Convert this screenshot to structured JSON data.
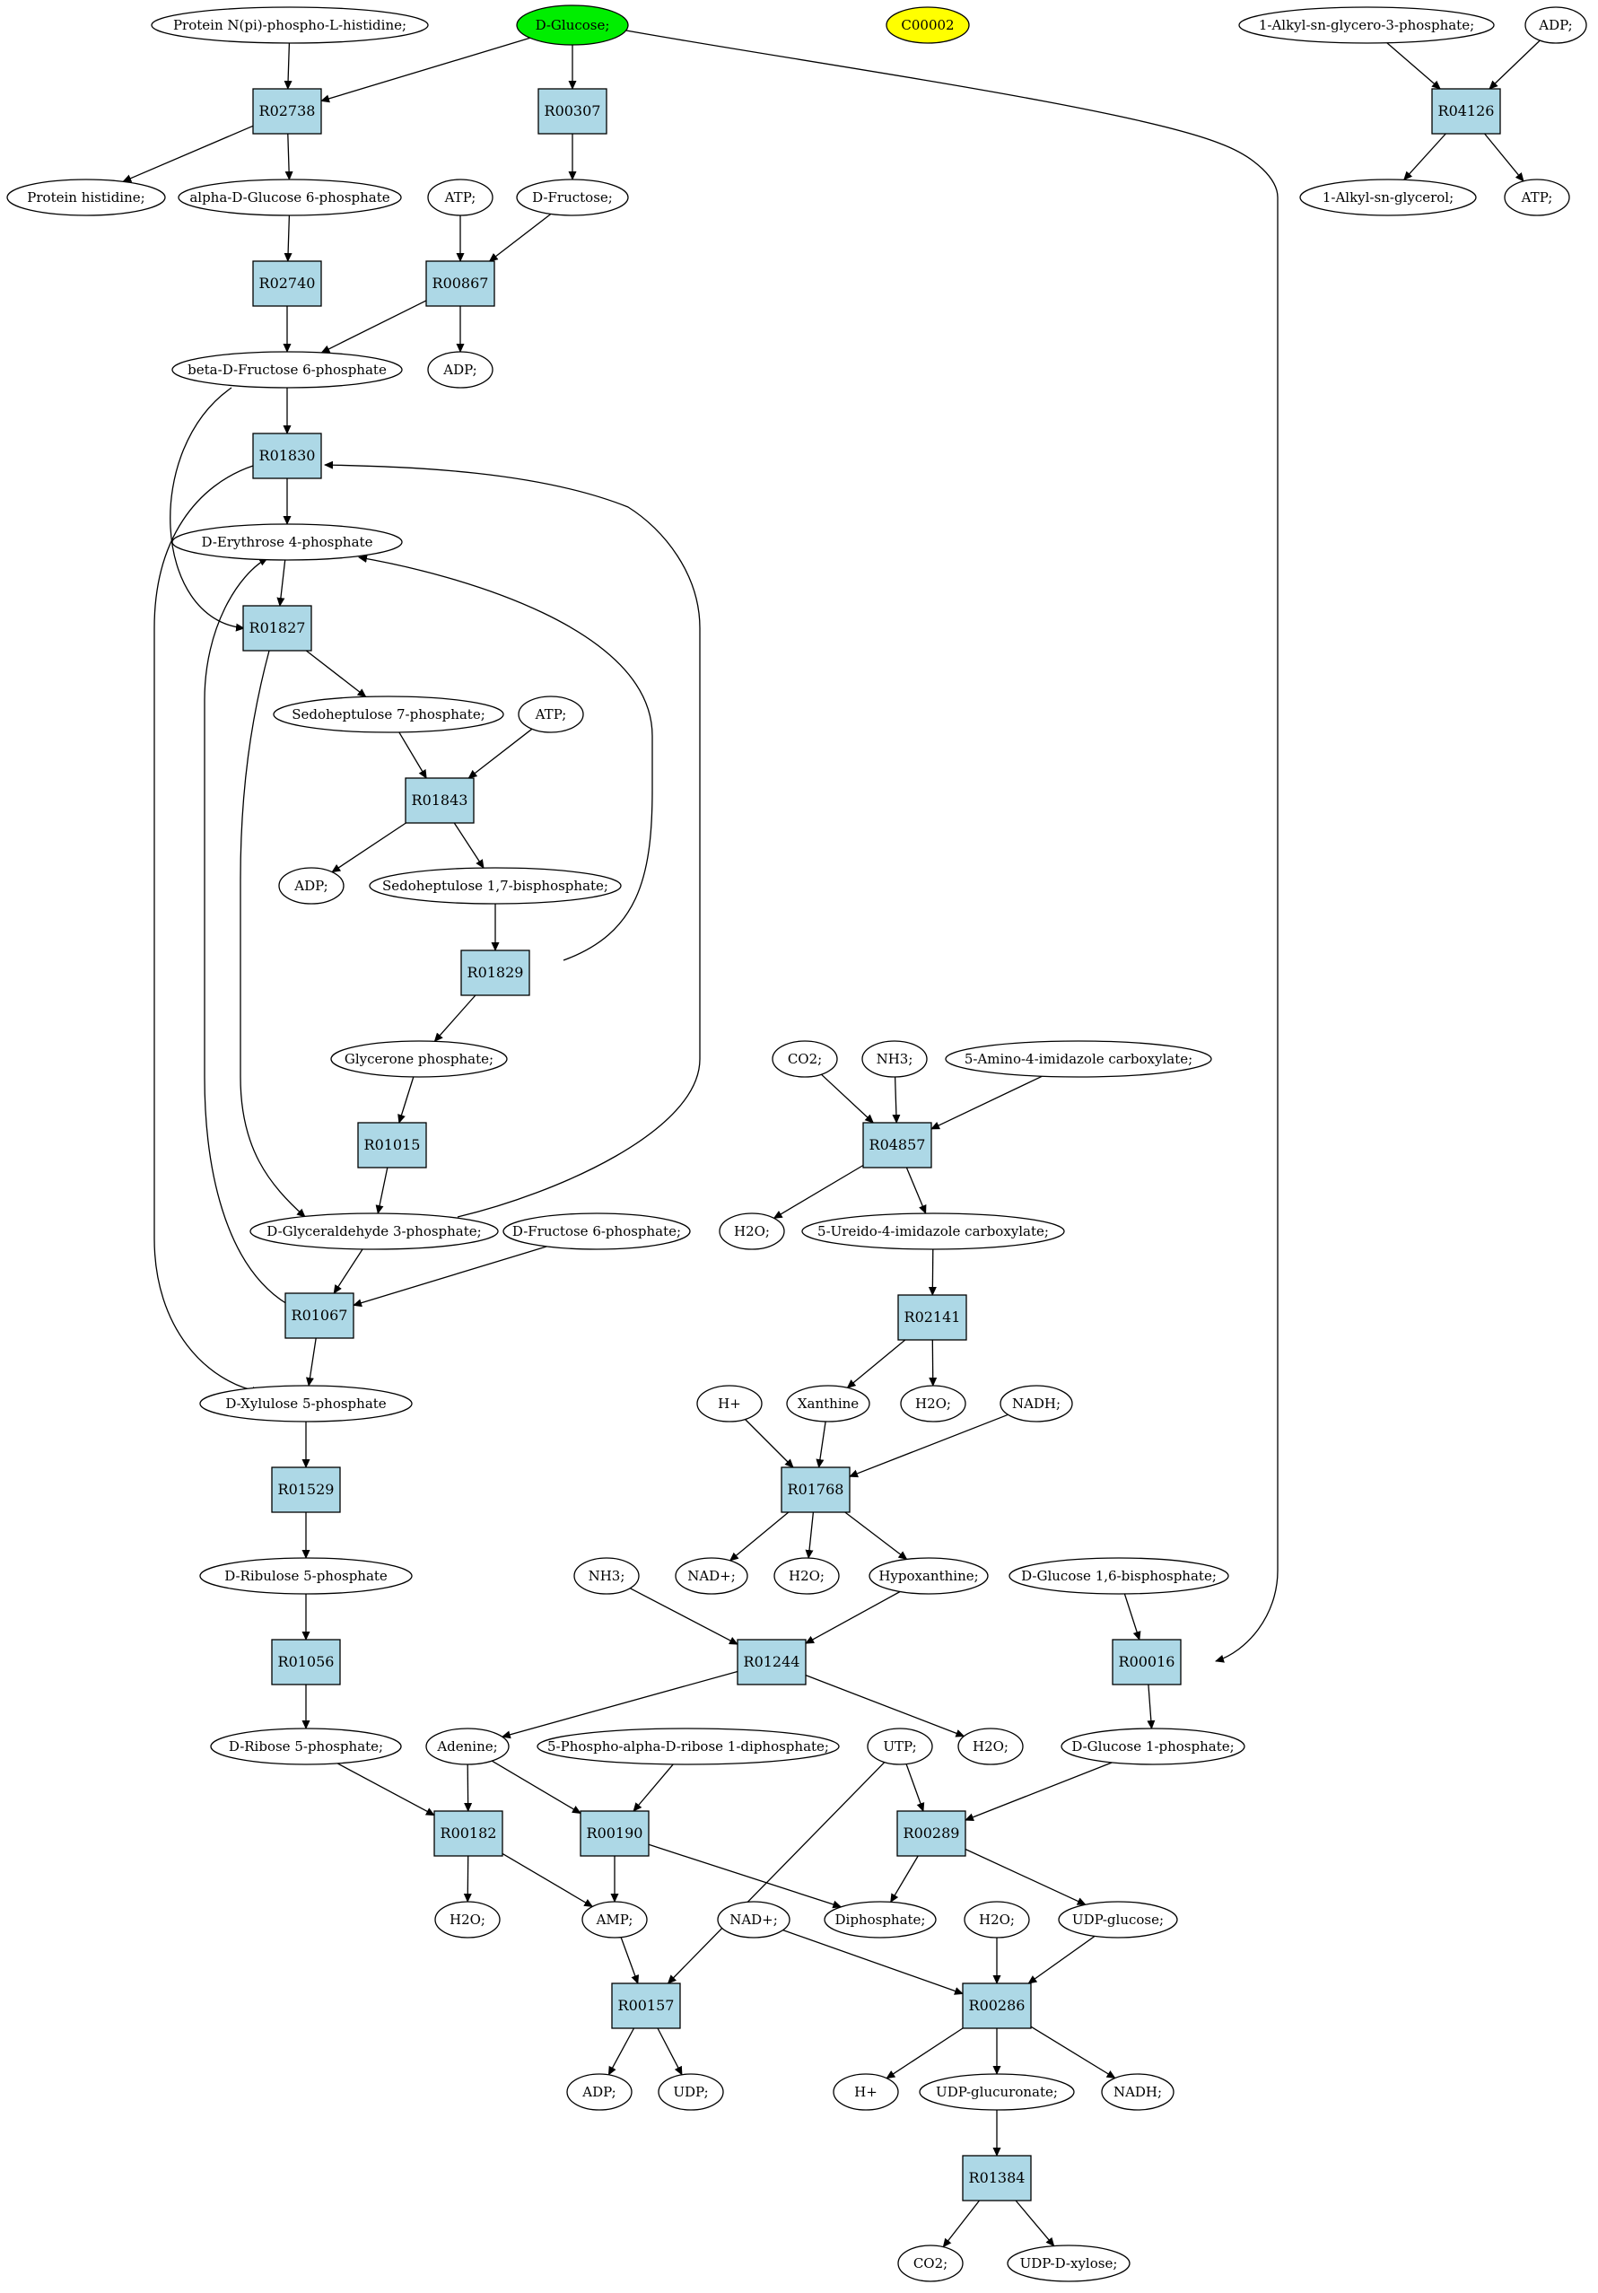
{
  "colors": {
    "reaction_fill": "#add8e6",
    "compound_fill": "#ffffff",
    "d_glucose_fill": "#00ee00",
    "c00002_fill": "#ffff00",
    "stroke": "#000000"
  },
  "nodes": [
    {
      "id": "n_protein_phospho_his",
      "kind": "compound",
      "label": "Protein N(pi)-phospho-L-histidine;"
    },
    {
      "id": "n_d_glucose",
      "kind": "compound",
      "label": "D-Glucose;",
      "fill_key": "d_glucose_fill"
    },
    {
      "id": "n_c00002",
      "kind": "compound",
      "label": "C00002",
      "fill_key": "c00002_fill"
    },
    {
      "id": "n_alkyl_glycero_3p",
      "kind": "compound",
      "label": "1-Alkyl-sn-glycero-3-phosphate;"
    },
    {
      "id": "n_adp_top",
      "kind": "compound",
      "label": "ADP;"
    },
    {
      "id": "r_R02738",
      "kind": "reaction",
      "label": "R02738"
    },
    {
      "id": "r_R00307",
      "kind": "reaction",
      "label": "R00307"
    },
    {
      "id": "r_R04126",
      "kind": "reaction",
      "label": "R04126"
    },
    {
      "id": "n_protein_histidine",
      "kind": "compound",
      "label": "Protein histidine;"
    },
    {
      "id": "n_alpha_glc6p",
      "kind": "compound",
      "label": "alpha-D-Glucose 6-phosphate"
    },
    {
      "id": "n_atp_1",
      "kind": "compound",
      "label": "ATP;"
    },
    {
      "id": "n_d_fructose",
      "kind": "compound",
      "label": "D-Fructose;"
    },
    {
      "id": "n_alkyl_glycerol",
      "kind": "compound",
      "label": "1-Alkyl-sn-glycerol;"
    },
    {
      "id": "n_atp_top",
      "kind": "compound",
      "label": "ATP;"
    },
    {
      "id": "r_R02740",
      "kind": "reaction",
      "label": "R02740"
    },
    {
      "id": "r_R00867",
      "kind": "reaction",
      "label": "R00867"
    },
    {
      "id": "n_beta_fru6p",
      "kind": "compound",
      "label": "beta-D-Fructose 6-phosphate"
    },
    {
      "id": "n_adp_1",
      "kind": "compound",
      "label": "ADP;"
    },
    {
      "id": "r_R01830",
      "kind": "reaction",
      "label": "R01830"
    },
    {
      "id": "n_erythrose4p",
      "kind": "compound",
      "label": "D-Erythrose 4-phosphate"
    },
    {
      "id": "r_R01827",
      "kind": "reaction",
      "label": "R01827"
    },
    {
      "id": "n_sedoheptulose7p",
      "kind": "compound",
      "label": "Sedoheptulose 7-phosphate;"
    },
    {
      "id": "n_atp_2",
      "kind": "compound",
      "label": "ATP;"
    },
    {
      "id": "r_R01843",
      "kind": "reaction",
      "label": "R01843"
    },
    {
      "id": "n_adp_2",
      "kind": "compound",
      "label": "ADP;"
    },
    {
      "id": "n_sedoheptulose17bp",
      "kind": "compound",
      "label": "Sedoheptulose 1,7-bisphosphate;"
    },
    {
      "id": "r_R01829",
      "kind": "reaction",
      "label": "R01829"
    },
    {
      "id": "n_glycerone_p",
      "kind": "compound",
      "label": "Glycerone phosphate;"
    },
    {
      "id": "r_R01015",
      "kind": "reaction",
      "label": "R01015"
    },
    {
      "id": "n_gap",
      "kind": "compound",
      "label": "D-Glyceraldehyde 3-phosphate;"
    },
    {
      "id": "n_d_fructose6p",
      "kind": "compound",
      "label": "D-Fructose 6-phosphate;"
    },
    {
      "id": "r_R01067",
      "kind": "reaction",
      "label": "R01067"
    },
    {
      "id": "n_xylulose5p",
      "kind": "compound",
      "label": "D-Xylulose 5-phosphate"
    },
    {
      "id": "r_R01529",
      "kind": "reaction",
      "label": "R01529"
    },
    {
      "id": "n_ribulose5p",
      "kind": "compound",
      "label": "D-Ribulose 5-phosphate"
    },
    {
      "id": "r_R01056",
      "kind": "reaction",
      "label": "R01056"
    },
    {
      "id": "n_ribose5p",
      "kind": "compound",
      "label": "D-Ribose 5-phosphate;"
    },
    {
      "id": "n_co2_1",
      "kind": "compound",
      "label": "CO2;"
    },
    {
      "id": "n_nh3_1",
      "kind": "compound",
      "label": "NH3;"
    },
    {
      "id": "n_aica",
      "kind": "compound",
      "label": "5-Amino-4-imidazole carboxylate;"
    },
    {
      "id": "r_R04857",
      "kind": "reaction",
      "label": "R04857"
    },
    {
      "id": "n_h2o_1",
      "kind": "compound",
      "label": "H2O;"
    },
    {
      "id": "n_ureido",
      "kind": "compound",
      "label": "5-Ureido-4-imidazole carboxylate;"
    },
    {
      "id": "r_R02141",
      "kind": "reaction",
      "label": "R02141"
    },
    {
      "id": "n_hplus_1",
      "kind": "compound",
      "label": "H+"
    },
    {
      "id": "n_xanthine",
      "kind": "compound",
      "label": "Xanthine"
    },
    {
      "id": "n_h2o_2",
      "kind": "compound",
      "label": "H2O;"
    },
    {
      "id": "n_nadh_1",
      "kind": "compound",
      "label": "NADH;"
    },
    {
      "id": "r_R01768",
      "kind": "reaction",
      "label": "R01768"
    },
    {
      "id": "n_nh3_2",
      "kind": "compound",
      "label": "NH3;"
    },
    {
      "id": "n_nadplus_1",
      "kind": "compound",
      "label": "NAD+;"
    },
    {
      "id": "n_h2o_3",
      "kind": "compound",
      "label": "H2O;"
    },
    {
      "id": "n_hypoxanthine",
      "kind": "compound",
      "label": "Hypoxanthine;"
    },
    {
      "id": "n_glc16bp",
      "kind": "compound",
      "label": "D-Glucose 1,6-bisphosphate;"
    },
    {
      "id": "r_R01244",
      "kind": "reaction",
      "label": "R01244"
    },
    {
      "id": "r_R00016",
      "kind": "reaction",
      "label": "R00016"
    },
    {
      "id": "n_adenine",
      "kind": "compound",
      "label": "Adenine;"
    },
    {
      "id": "n_prpp",
      "kind": "compound",
      "label": "5-Phospho-alpha-D-ribose 1-diphosphate;"
    },
    {
      "id": "n_utp",
      "kind": "compound",
      "label": "UTP;"
    },
    {
      "id": "n_h2o_4",
      "kind": "compound",
      "label": "H2O;"
    },
    {
      "id": "n_glc1p",
      "kind": "compound",
      "label": "D-Glucose 1-phosphate;"
    },
    {
      "id": "r_R00182",
      "kind": "reaction",
      "label": "R00182"
    },
    {
      "id": "r_R00190",
      "kind": "reaction",
      "label": "R00190"
    },
    {
      "id": "r_R00289",
      "kind": "reaction",
      "label": "R00289"
    },
    {
      "id": "n_h2o_5",
      "kind": "compound",
      "label": "H2O;"
    },
    {
      "id": "n_amp",
      "kind": "compound",
      "label": "AMP;"
    },
    {
      "id": "n_diphosphate",
      "kind": "compound",
      "label": "Diphosphate;"
    },
    {
      "id": "n_nadplus_2",
      "kind": "compound",
      "label": "NAD+;"
    },
    {
      "id": "n_h2o_6",
      "kind": "compound",
      "label": "H2O;"
    },
    {
      "id": "n_udp_glucose",
      "kind": "compound",
      "label": "UDP-glucose;"
    },
    {
      "id": "r_R00157",
      "kind": "reaction",
      "label": "R00157"
    },
    {
      "id": "r_R00286",
      "kind": "reaction",
      "label": "R00286"
    },
    {
      "id": "n_adp_3",
      "kind": "compound",
      "label": "ADP;"
    },
    {
      "id": "n_udp",
      "kind": "compound",
      "label": "UDP;"
    },
    {
      "id": "n_hplus_2",
      "kind": "compound",
      "label": "H+"
    },
    {
      "id": "n_udp_glucuronate",
      "kind": "compound",
      "label": "UDP-glucuronate;"
    },
    {
      "id": "n_nadh_2",
      "kind": "compound",
      "label": "NADH;"
    },
    {
      "id": "r_R01384",
      "kind": "reaction",
      "label": "R01384"
    },
    {
      "id": "n_co2_2",
      "kind": "compound",
      "label": "CO2;"
    },
    {
      "id": "n_udp_xylose",
      "kind": "compound",
      "label": "UDP-D-xylose;"
    }
  ],
  "edges": [
    [
      "n_protein_phospho_his",
      "r_R02738"
    ],
    [
      "n_d_glucose",
      "r_R02738"
    ],
    [
      "r_R02738",
      "n_protein_histidine"
    ],
    [
      "r_R02738",
      "n_alpha_glc6p"
    ],
    [
      "n_d_glucose",
      "r_R00307"
    ],
    [
      "r_R00307",
      "n_d_fructose"
    ],
    [
      "n_d_glucose",
      "r_R00016"
    ],
    [
      "n_alkyl_glycero_3p",
      "r_R04126"
    ],
    [
      "n_adp_top",
      "r_R04126"
    ],
    [
      "r_R04126",
      "n_alkyl_glycerol"
    ],
    [
      "r_R04126",
      "n_atp_top"
    ],
    [
      "n_alpha_glc6p",
      "r_R02740"
    ],
    [
      "r_R02740",
      "n_beta_fru6p"
    ],
    [
      "n_atp_1",
      "r_R00867"
    ],
    [
      "n_d_fructose",
      "r_R00867"
    ],
    [
      "r_R00867",
      "n_beta_fru6p"
    ],
    [
      "r_R00867",
      "n_adp_1"
    ],
    [
      "n_beta_fru6p",
      "r_R01830"
    ],
    [
      "r_R01830",
      "n_erythrose4p"
    ],
    [
      "r_R01830",
      "n_xylulose5p"
    ],
    [
      "n_beta_fru6p",
      "r_R01827"
    ],
    [
      "n_erythrose4p",
      "r_R01827"
    ],
    [
      "r_R01827",
      "n_sedoheptulose7p"
    ],
    [
      "r_R01827",
      "n_gap"
    ],
    [
      "n_sedoheptulose7p",
      "r_R01843"
    ],
    [
      "n_atp_2",
      "r_R01843"
    ],
    [
      "r_R01843",
      "n_adp_2"
    ],
    [
      "r_R01843",
      "n_sedoheptulose17bp"
    ],
    [
      "n_sedoheptulose17bp",
      "r_R01829"
    ],
    [
      "r_R01829",
      "n_glycerone_p"
    ],
    [
      "r_R01829",
      "n_erythrose4p"
    ],
    [
      "n_glycerone_p",
      "r_R01015"
    ],
    [
      "r_R01015",
      "n_gap"
    ],
    [
      "n_gap",
      "r_R01830"
    ],
    [
      "n_gap",
      "r_R01067"
    ],
    [
      "n_d_fructose6p",
      "r_R01067"
    ],
    [
      "r_R01067",
      "n_xylulose5p"
    ],
    [
      "r_R01067",
      "n_erythrose4p"
    ],
    [
      "n_xylulose5p",
      "r_R01529"
    ],
    [
      "r_R01529",
      "n_ribulose5p"
    ],
    [
      "n_ribulose5p",
      "r_R01056"
    ],
    [
      "r_R01056",
      "n_ribose5p"
    ],
    [
      "n_co2_1",
      "r_R04857"
    ],
    [
      "n_nh3_1",
      "r_R04857"
    ],
    [
      "n_aica",
      "r_R04857"
    ],
    [
      "r_R04857",
      "n_h2o_1"
    ],
    [
      "r_R04857",
      "n_ureido"
    ],
    [
      "n_ureido",
      "r_R02141"
    ],
    [
      "r_R02141",
      "n_xanthine"
    ],
    [
      "r_R02141",
      "n_h2o_2"
    ],
    [
      "n_hplus_1",
      "r_R01768"
    ],
    [
      "n_xanthine",
      "r_R01768"
    ],
    [
      "n_nadh_1",
      "r_R01768"
    ],
    [
      "r_R01768",
      "n_nadplus_1"
    ],
    [
      "r_R01768",
      "n_h2o_3"
    ],
    [
      "r_R01768",
      "n_hypoxanthine"
    ],
    [
      "n_nh3_2",
      "r_R01244"
    ],
    [
      "n_hypoxanthine",
      "r_R01244"
    ],
    [
      "r_R01244",
      "n_adenine"
    ],
    [
      "r_R01244",
      "n_h2o_4"
    ],
    [
      "n_glc16bp",
      "r_R00016"
    ],
    [
      "r_R00016",
      "n_glc1p"
    ],
    [
      "n_ribose5p",
      "r_R00182"
    ],
    [
      "n_adenine",
      "r_R00182"
    ],
    [
      "r_R00182",
      "n_h2o_5"
    ],
    [
      "r_R00182",
      "n_amp"
    ],
    [
      "n_adenine",
      "r_R00190"
    ],
    [
      "n_prpp",
      "r_R00190"
    ],
    [
      "r_R00190",
      "n_amp"
    ],
    [
      "r_R00190",
      "n_diphosphate"
    ],
    [
      "n_utp",
      "r_R00289"
    ],
    [
      "n_glc1p",
      "r_R00289"
    ],
    [
      "r_R00289",
      "n_diphosphate"
    ],
    [
      "r_R00289",
      "n_udp_glucose"
    ],
    [
      "n_amp",
      "r_R00157"
    ],
    [
      "n_utp",
      "r_R00157"
    ],
    [
      "r_R00157",
      "n_adp_3"
    ],
    [
      "r_R00157",
      "n_udp"
    ],
    [
      "n_nadplus_2",
      "r_R00286"
    ],
    [
      "n_h2o_6",
      "r_R00286"
    ],
    [
      "n_udp_glucose",
      "r_R00286"
    ],
    [
      "r_R00286",
      "n_hplus_2"
    ],
    [
      "r_R00286",
      "n_udp_glucuronate"
    ],
    [
      "r_R00286",
      "n_nadh_2"
    ],
    [
      "n_udp_glucuronate",
      "r_R01384"
    ],
    [
      "r_R01384",
      "n_co2_2"
    ],
    [
      "r_R01384",
      "n_udp_xylose"
    ]
  ]
}
